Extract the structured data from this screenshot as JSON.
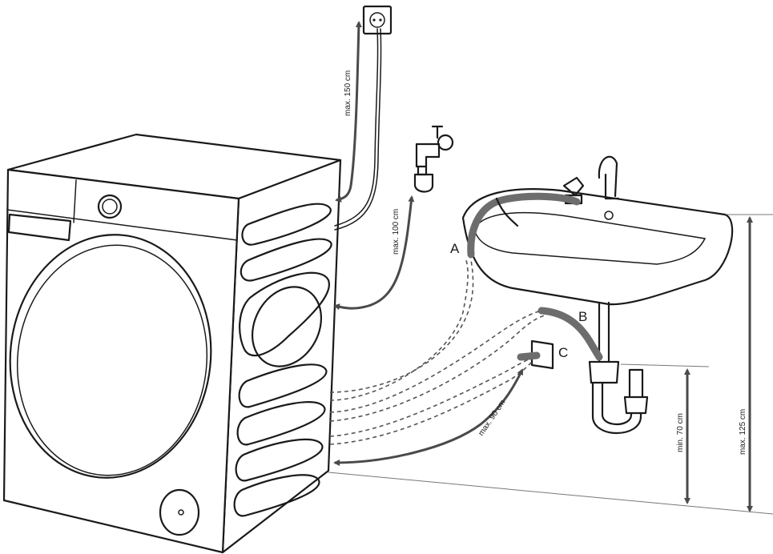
{
  "labels": {
    "max_150": "max. 150 cm",
    "max_100": "max. 100 cm",
    "max_90": "max. 90 cm",
    "min_70": "min. 70 cm",
    "max_125": "max. 125 cm",
    "point_a": "A",
    "point_b": "B",
    "point_c": "C"
  },
  "colors": {
    "line": "#1a1a1a",
    "hose": "#6d6d6d",
    "dimension": "#4a4a4a"
  }
}
